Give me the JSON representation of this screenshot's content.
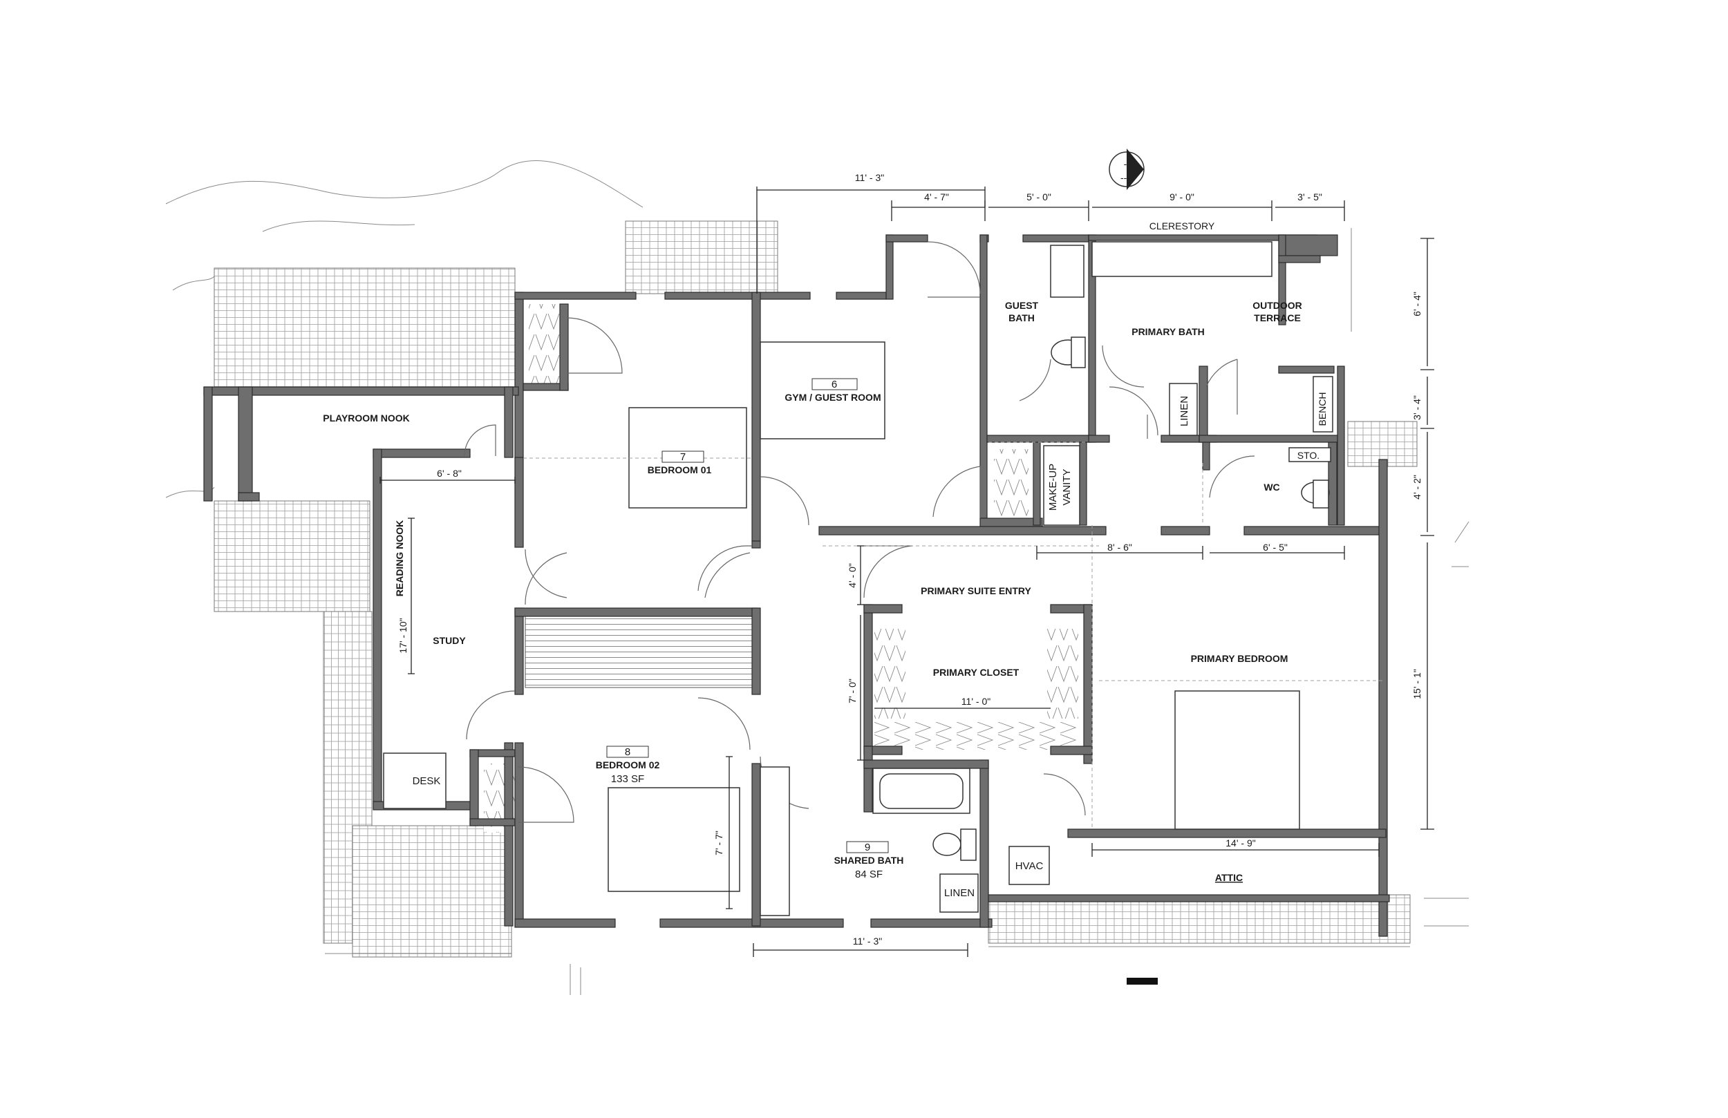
{
  "rooms": {
    "playroom": "PLAYROOM NOOK",
    "reading_nook": "READING NOOK",
    "study": "STUDY",
    "desk": "DESK",
    "bedroom01_num": "7",
    "bedroom01": "BEDROOM 01",
    "gym_num": "6",
    "gym": "GYM / GUEST ROOM",
    "guest_bath_1": "GUEST",
    "guest_bath_2": "BATH",
    "primary_bath": "PRIMARY BATH",
    "outdoor_terrace_1": "OUTDOOR",
    "outdoor_terrace_2": "TERRACE",
    "linen_upper": "LINEN",
    "bench": "BENCH",
    "sto": "STO.",
    "makeup_1": "MAKE-UP",
    "makeup_2": "VANITY",
    "wc": "WC",
    "primary_suite_entry": "PRIMARY SUITE ENTRY",
    "primary_closet": "PRIMARY CLOSET",
    "primary_bedroom": "PRIMARY BEDROOM",
    "bedroom02_num": "8",
    "bedroom02": "BEDROOM 02",
    "bedroom02_area": "133 SF",
    "shared_bath_num": "9",
    "shared_bath": "SHARED BATH",
    "shared_bath_area": "84 SF",
    "linen_lower": "LINEN",
    "hvac": "HVAC",
    "attic": "ATTIC",
    "clerestory": "CLERESTORY"
  },
  "dimensions": {
    "top_overall": "11' - 3\"",
    "top_a": "4' - 7\"",
    "top_b": "5' - 0\"",
    "top_c": "9' - 0\"",
    "top_d": "3' - 5\"",
    "right_a": "6' - 4\"",
    "right_b": "3' - 4\"",
    "right_c": "4' - 2\"",
    "right_d": "15' - 1\"",
    "playroom_w": "6' - 8\"",
    "reading_len": "17' - 10\"",
    "entry_h": "4' - 0\"",
    "closet_h": "7' - 0\"",
    "closet_w": "11' - 0\"",
    "mid_a": "8' - 6\"",
    "mid_b": "6' - 5\"",
    "bed02_h": "7' - 7\"",
    "attic_w": "14' - 9\"",
    "bottom": "11' - 3\""
  },
  "north_arrow": {
    "top": "-",
    "bottom": "---"
  }
}
